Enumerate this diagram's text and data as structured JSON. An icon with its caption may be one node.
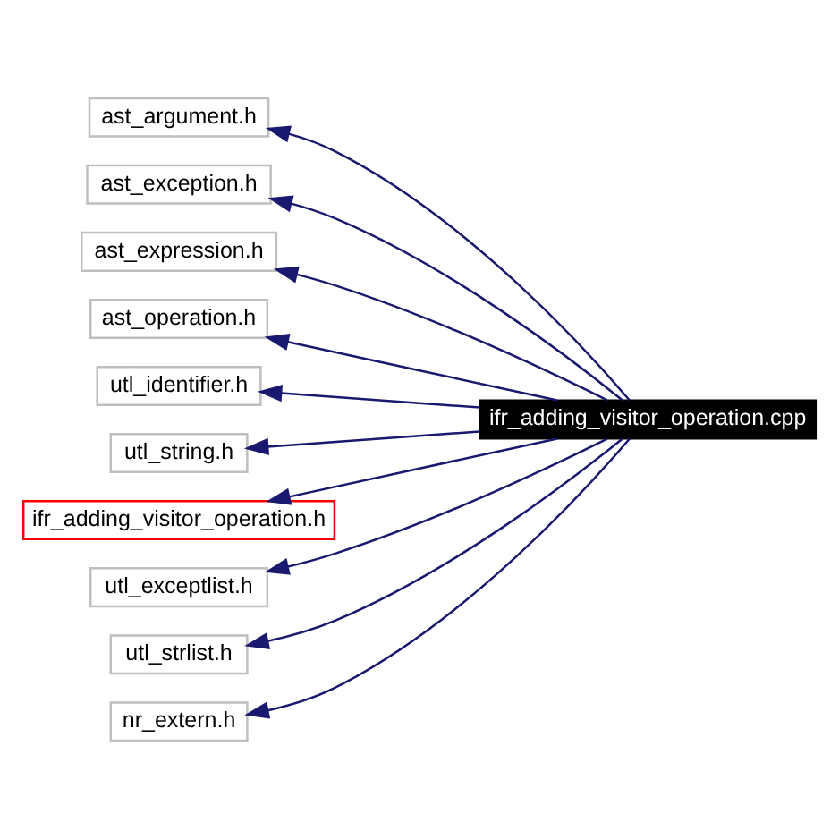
{
  "diagram": {
    "nodes": [
      {
        "text": [
          "ifr_adding_visitor_operation.cpp"
        ]
      },
      {
        "text": [
          "ast_argument.h"
        ]
      },
      {
        "text": [
          "ast_exception.h"
        ]
      },
      {
        "text": [
          "ast_expression.h"
        ]
      },
      {
        "text": [
          "ast_operation.h"
        ]
      },
      {
        "text": [
          "utl_identifier.h"
        ]
      },
      {
        "text": [
          "utl_string.h"
        ]
      },
      {
        "text": [
          "ifr_adding_visitor_operation.h"
        ]
      },
      {
        "text": [
          "utl_exceptlist.h"
        ]
      },
      {
        "text": [
          "utl_strlist.h"
        ]
      },
      {
        "text": [
          "nr_extern.h"
        ]
      }
    ],
    "edges": [
      {
        "from": 0,
        "to": 1,
        "arrow": "to"
      },
      {
        "from": 0,
        "to": 2,
        "arrow": "to"
      },
      {
        "from": 0,
        "to": 3,
        "arrow": "to"
      },
      {
        "from": 0,
        "to": 4,
        "arrow": "to"
      },
      {
        "from": 0,
        "to": 5,
        "arrow": "to"
      },
      {
        "from": 0,
        "to": 6,
        "arrow": "to"
      },
      {
        "from": 0,
        "to": 7,
        "arrow": "to"
      },
      {
        "from": 0,
        "to": 8,
        "arrow": "to"
      },
      {
        "from": 0,
        "to": 9,
        "arrow": "to"
      },
      {
        "from": 0,
        "to": 10,
        "arrow": "to"
      }
    ]
  }
}
